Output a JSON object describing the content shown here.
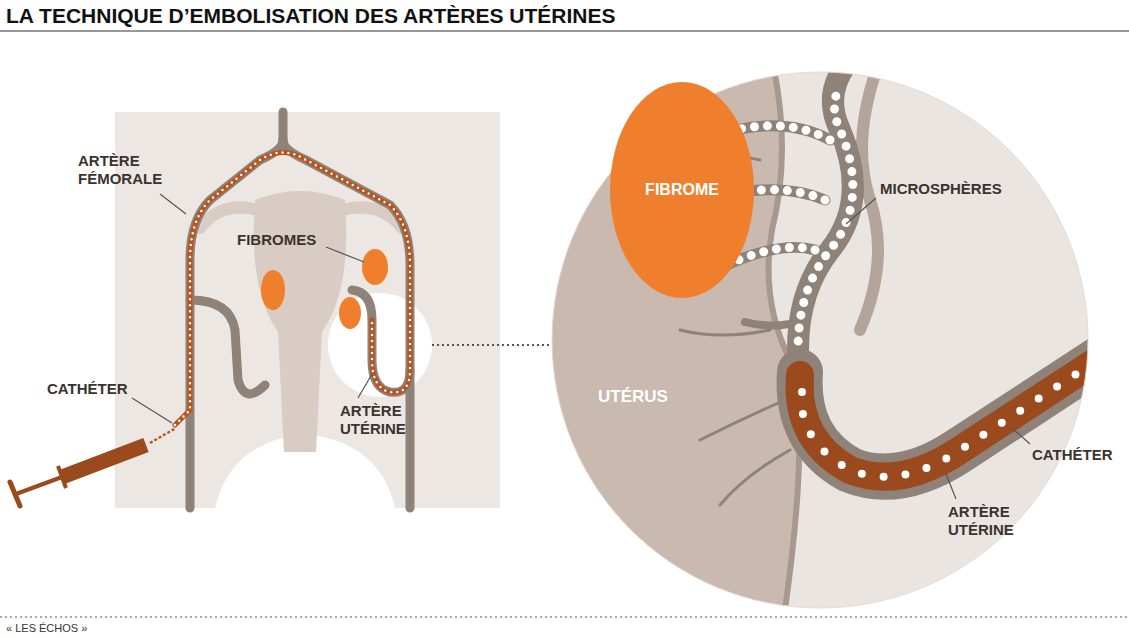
{
  "diagram": {
    "title": "LA TECHNIQUE D’EMBOLISATION DES ARTÈRES UTÉRINES",
    "caption": "« LES ÉCHOS »",
    "nodes": [
      {
        "text": [
          "FIBROME"
        ]
      }
    ],
    "labels": [
      "ARTÈRE FÉMORALE",
      "FIBROMES",
      "CATHÉTER",
      "ARTÈRE UTÉRINE",
      "MICROSPHÈRES",
      "UTÉRUS",
      "CATHÉTER",
      "ARTÈRE UTÉRINE"
    ]
  }
}
